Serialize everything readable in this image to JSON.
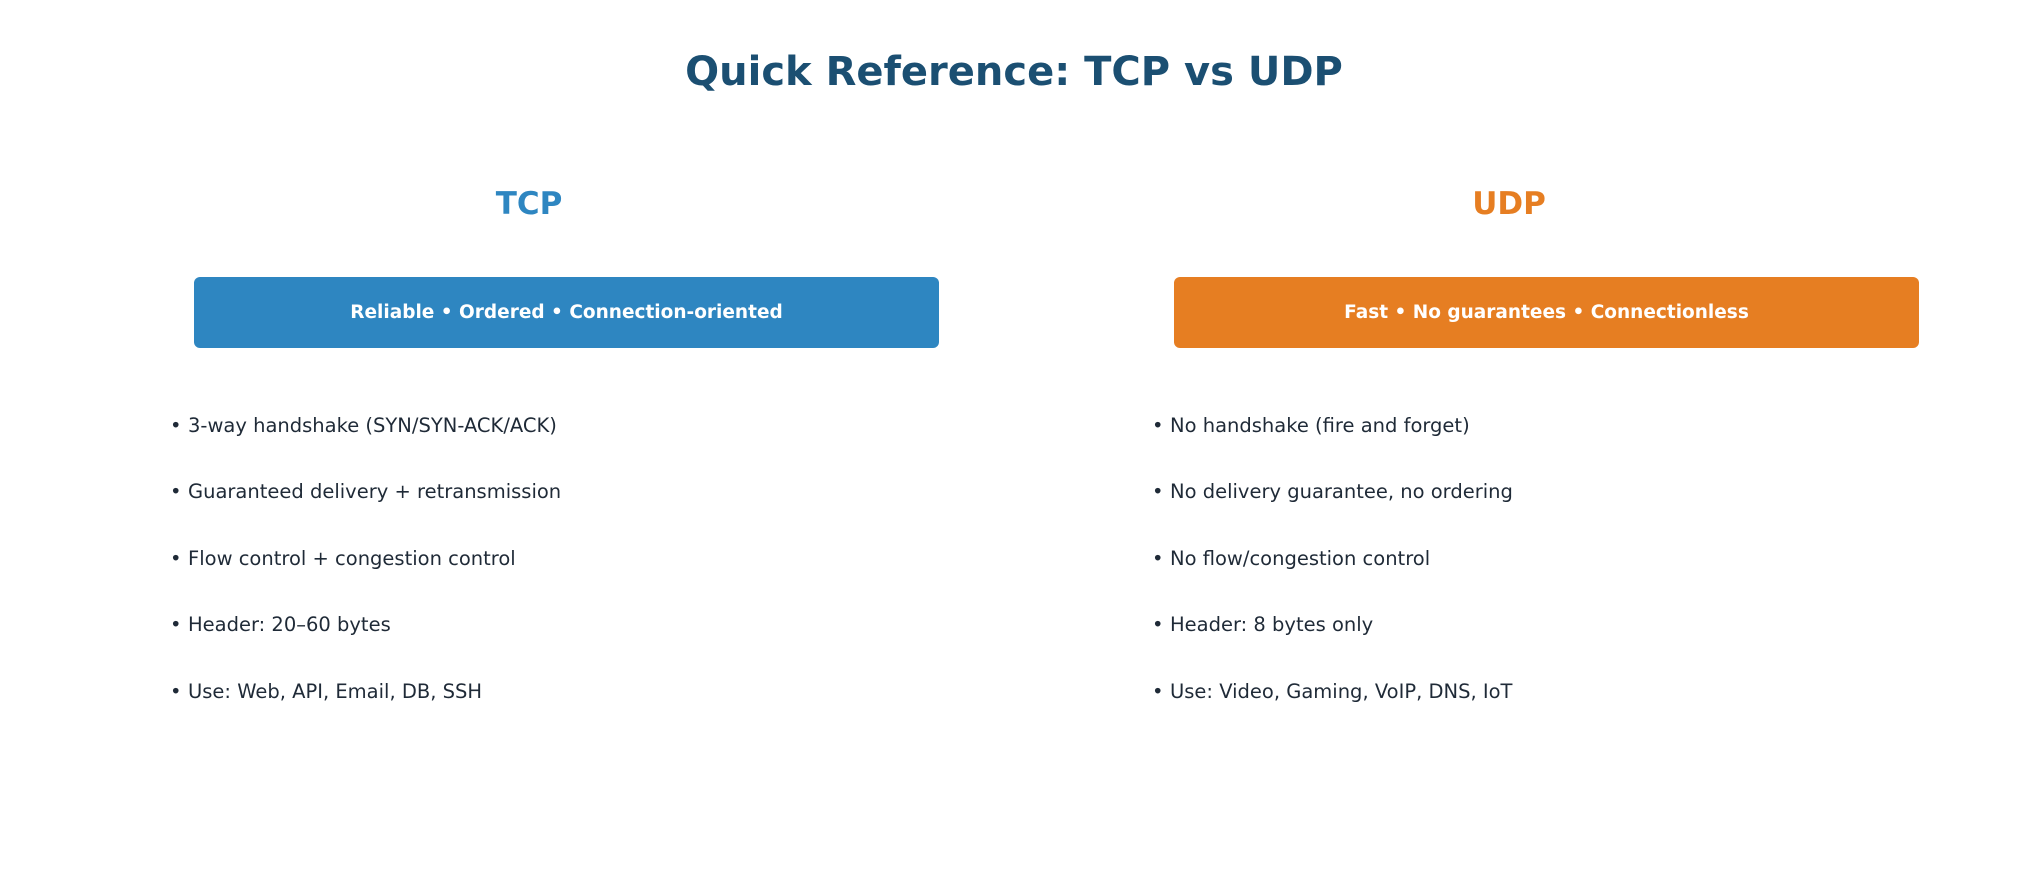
{
  "title": "Quick Reference: TCP vs UDP",
  "colors": {
    "title": "#1b4f72",
    "tcp": "#2e86c1",
    "udp": "#e67e22",
    "body_text": "#1f2a37"
  },
  "tcp": {
    "heading": "TCP",
    "summary": "Reliable • Ordered • Connection-oriented",
    "bullet_glyph": "•",
    "items": [
      "3-way handshake (SYN/SYN-ACK/ACK)",
      "Guaranteed delivery + retransmission",
      "Flow control + congestion control",
      "Header: 20–60 bytes",
      "Use: Web, API, Email, DB, SSH"
    ]
  },
  "udp": {
    "heading": "UDP",
    "summary": "Fast • No guarantees • Connectionless",
    "bullet_glyph": "•",
    "items": [
      "No handshake (fire and forget)",
      "No delivery guarantee, no ordering",
      "No flow/congestion control",
      "Header: 8 bytes only",
      "Use: Video, Gaming, VoIP, DNS, IoT"
    ]
  }
}
